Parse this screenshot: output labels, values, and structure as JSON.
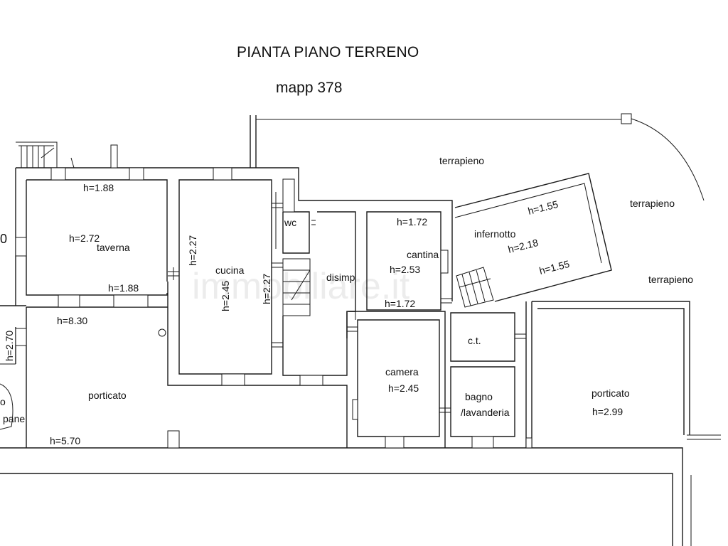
{
  "title": "PIANTA PIANO TERRENO",
  "subtitle": "mapp 378",
  "watermark": "immobiliare.it",
  "labels": {
    "terrapieno_top": "terrapieno",
    "terrapieno_right": "terrapieno",
    "terrapieno_lower": "terrapieno",
    "taverna_h_top": "h=1.88",
    "taverna_h": "h=2.72",
    "taverna": "taverna",
    "taverna_h_bottom": "h=1.88",
    "cucina_h_left": "h=2.27",
    "cucina": "cucina",
    "cucina_h_center": "h=2.45",
    "cucina_h_right": "h=2.27",
    "wc": "wc",
    "disimp": "disimp",
    "cantina_h_top": "h=1.72",
    "cantina": "cantina",
    "cantina_h": "h=2.53",
    "cantina_h_bottom": "h=1.72",
    "infernotto": "infernotto",
    "infernotto_h_top": "h=1.55",
    "infernotto_h": "h=2.18",
    "infernotto_h_bottom": "h=1.55",
    "porticato_left_h_top": "h=8.30",
    "left_edge_h": "h=2.70",
    "porticato_left": "porticato",
    "porticato_left_h_bottom": "h=5.70",
    "forno_fragment": "o",
    "pane_fragment": "pane",
    "edge_fragment": "0",
    "camera": "camera",
    "camera_h": "h=2.45",
    "ct": "c.t.",
    "bagno": "bagno",
    "lavanderia": "/lavanderia",
    "porticato_right": "porticato",
    "porticato_right_h": "h=2.99"
  }
}
